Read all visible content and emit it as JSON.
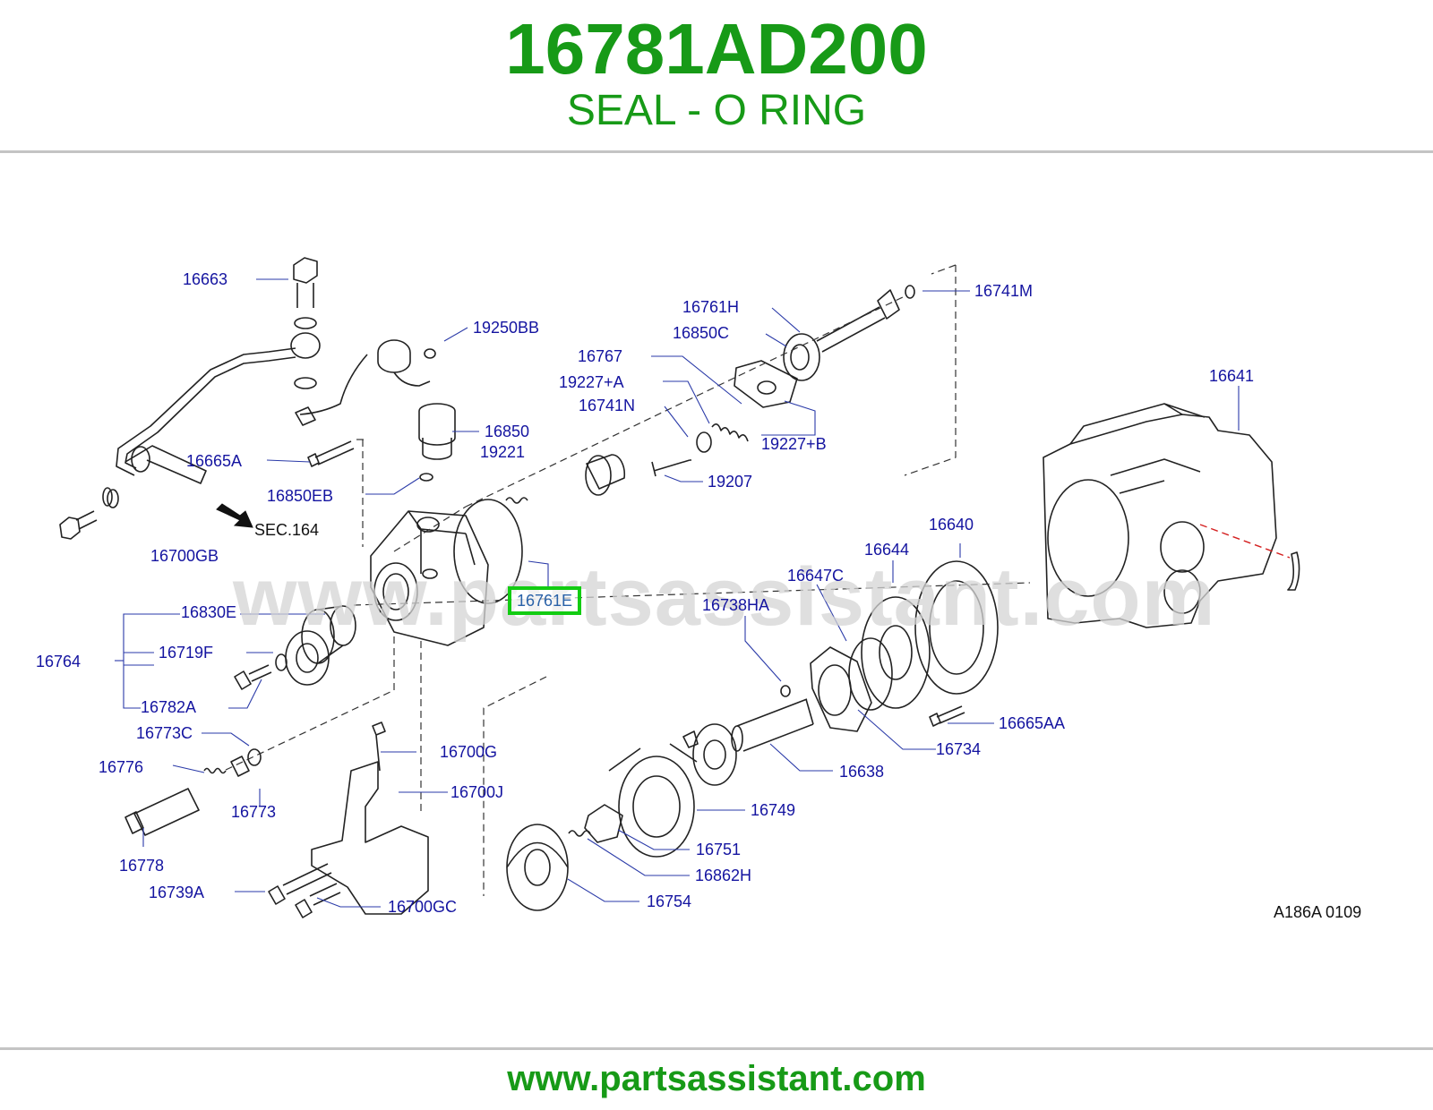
{
  "header": {
    "part_number": "16781AD200",
    "part_name": "SEAL - O RING"
  },
  "watermark": "www.partsassistant.com",
  "footer": {
    "url": "www.partsassistant.com"
  },
  "diagram": {
    "code": "A186A   0109",
    "callouts": [
      "16663",
      "19250BB",
      "16761H",
      "16741M",
      "16850C",
      "16767",
      "19227+A",
      "16741N",
      "16850",
      "19227+B",
      "16665A",
      "19221",
      "19207",
      "16641",
      "16850EB",
      "SEC.164",
      "16700GB",
      "16640",
      "16644",
      "16647C",
      "16761E",
      "16830E",
      "16738HA",
      "16764",
      "16719F",
      "16782A",
      "16665AA",
      "16773C",
      "16734",
      "16700G",
      "16776",
      "16638",
      "16700J",
      "16773",
      "16749",
      "16778",
      "16751",
      "16862H",
      "16739A",
      "16754",
      "16700GC"
    ],
    "highlighted_index": 20
  }
}
